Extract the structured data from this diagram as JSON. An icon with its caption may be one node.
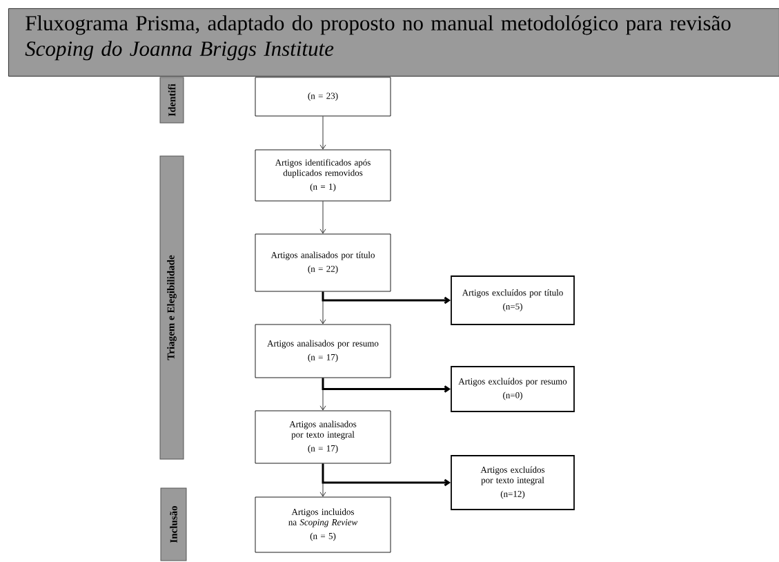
{
  "diagram": {
    "title": "Fluxograma Prisma, adaptado do proposto no manual metodológico para revisão *Scoping do Joanna Briggs Institute*",
    "nodes": [
      {
        "text": [
          "Identifi"
        ]
      },
      {
        "text": [
          "(n = 23)"
        ]
      },
      {
        "text": [
          "Triagem e Elegibilidade"
        ]
      },
      {
        "text": [
          "Artigos identificados após duplicados removidos",
          "(n = 1)"
        ]
      },
      {
        "text": [
          "Artigos analisados por título",
          "(n = 22)"
        ]
      },
      {
        "text": [
          "Artigos excluídos por título",
          "(n=5)"
        ]
      },
      {
        "text": [
          "Artigos analisados por resumo",
          "(n = 17)"
        ]
      },
      {
        "text": [
          "Artigos excluídos por resumo",
          "(n=0)"
        ]
      },
      {
        "text": [
          "Artigos analisados por texto integral",
          "(n = 17)"
        ]
      },
      {
        "text": [
          "Artigos excluídos por texto integral",
          "(n=12)"
        ]
      },
      {
        "text": [
          "Inclusão"
        ]
      },
      {
        "text": [
          "Artigos incluidos na *Scoping Review*",
          "(n = 5)"
        ]
      }
    ],
    "edges": [
      {
        "from": 1,
        "to": 3,
        "arrow": "to"
      },
      {
        "from": 3,
        "to": 4,
        "arrow": "to"
      },
      {
        "from": 4,
        "to": 6,
        "arrow": "to"
      },
      {
        "from": 4,
        "to": 5,
        "arrow": "to",
        "style": "thick"
      },
      {
        "from": 6,
        "to": 8,
        "arrow": "to"
      },
      {
        "from": 6,
        "to": 7,
        "arrow": "to",
        "style": "thick"
      },
      {
        "from": 8,
        "to": 11,
        "arrow": "to"
      },
      {
        "from": 8,
        "to": 9,
        "arrow": "to",
        "style": "thick"
      }
    ]
  }
}
